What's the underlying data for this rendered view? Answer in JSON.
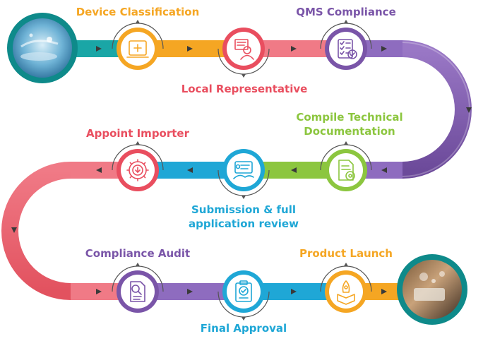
{
  "steps": [
    {
      "label": "Device Classification",
      "icon": "tablet-plus-icon",
      "color": "#f5a623"
    },
    {
      "label": "Local Representative",
      "icon": "representative-icon",
      "color": "#e94e5f"
    },
    {
      "label": "QMS Compliance",
      "icon": "checklist-icon",
      "color": "#7a55a8"
    },
    {
      "label_lines": [
        "Compile Technical",
        "Documentation"
      ],
      "icon": "document-gear-icon",
      "color": "#8cc63f"
    },
    {
      "label_lines": [
        "Submission & full",
        "application review"
      ],
      "icon": "application-review-icon",
      "color": "#1fa7d6"
    },
    {
      "label": "Appoint Importer",
      "icon": "gear-download-icon",
      "color": "#e94e5f"
    },
    {
      "label": "Compliance Audit",
      "icon": "audit-document-icon",
      "color": "#7a55a8"
    },
    {
      "label": "Final Approval",
      "icon": "approval-clipboard-icon",
      "color": "#1fa7d6"
    },
    {
      "label": "Product Launch",
      "icon": "rocket-box-icon",
      "color": "#f5a623"
    }
  ],
  "photos": {
    "start": "medical-technology-photo",
    "end": "product-launch-photo"
  },
  "colors": {
    "orange": "#f5a623",
    "red": "#e94e5f",
    "purple": "#7a55a8",
    "green": "#8cc63f",
    "blue": "#1fa7d6",
    "teal": "#1aa6a6",
    "dark_teal": "#0e8a8a"
  }
}
